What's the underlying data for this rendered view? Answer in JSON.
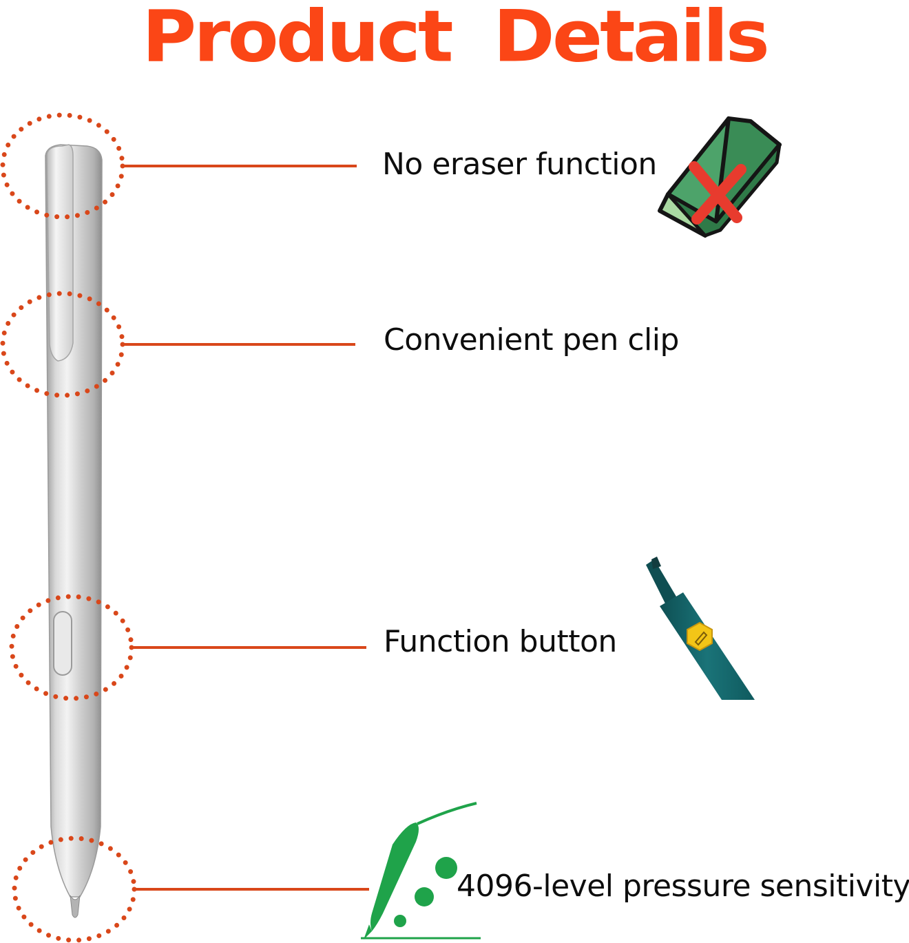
{
  "title": "Product  Details",
  "features": [
    {
      "label": "No eraser function",
      "icon": "eraser-crossed-icon"
    },
    {
      "label": "Convenient pen clip",
      "icon": null
    },
    {
      "label": "Function button",
      "icon": "stylus-button-icon"
    },
    {
      "label": "4096-level pressure sensitivity",
      "icon": "pressure-pen-icon"
    }
  ],
  "colors": {
    "title": "#fb4616",
    "callout": "#d9471a",
    "pen_body": "#c9c9c9",
    "eraser_green": "#3f9a5e",
    "eraser_light": "#a9d9a2",
    "cross_red": "#e83b2e",
    "stylus_teal": "#17666a",
    "button_yellow": "#f3c517",
    "pressure_green": "#1fa34a"
  }
}
